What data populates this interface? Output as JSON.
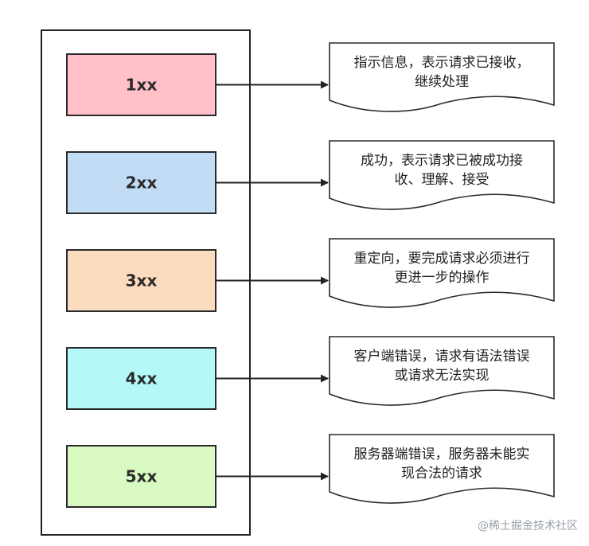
{
  "statuses": [
    {
      "code": "1xx",
      "color": "#ffc0c8",
      "lines": [
        "指示信息，表示请求已接收，",
        "继续处理"
      ]
    },
    {
      "code": "2xx",
      "color": "#c3dcf6",
      "lines": [
        "成功，表示请求已被成功接",
        "收、理解、接受"
      ]
    },
    {
      "code": "3xx",
      "color": "#fcdcbf",
      "lines": [
        "重定向，要完成请求必须进行",
        "更进一步的操作"
      ]
    },
    {
      "code": "4xx",
      "color": "#b5f8f8",
      "lines": [
        "客户端错误，请求有语法错误",
        "或请求无法实现"
      ]
    },
    {
      "code": "5xx",
      "color": "#d9fbc3",
      "lines": [
        "服务器端错误，服务器未能实",
        "现合法的请求"
      ]
    }
  ],
  "watermark": "@稀土掘金技术社区"
}
